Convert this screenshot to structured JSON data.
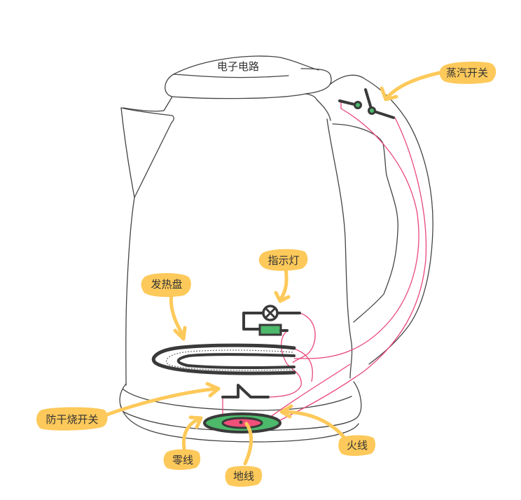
{
  "diagram": {
    "subject": "electric kettle circuit",
    "lid_label": "电子电路",
    "labels": {
      "steam_switch": "蒸汽开关",
      "indicator_light": "指示灯",
      "heating_plate": "发热盘",
      "dry_burn_switch": "防干烧开关",
      "neutral_wire": "零线",
      "ground_wire": "地线",
      "live_wire": "火线"
    },
    "colors": {
      "label_background": "#fdc95a",
      "wire": "#e9467a",
      "outline": "#444444",
      "component_stroke": "#3a3a3a",
      "resistor_fill": "#4cb96b",
      "connector_outer": "#4cb96b",
      "connector_inner": "#f0507a",
      "background": "#ffffff"
    }
  }
}
